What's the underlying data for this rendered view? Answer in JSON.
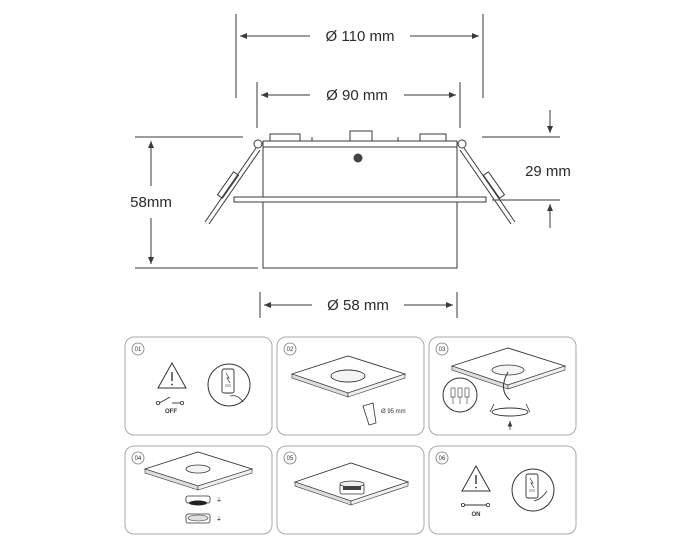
{
  "dimensions": {
    "outer_diameter": "Ø 110 mm",
    "inner_diameter": "Ø 90 mm",
    "height_total": "58mm",
    "height_top": "29 mm",
    "body_diameter": "Ø 58 mm"
  },
  "steps": [
    {
      "number": "01",
      "label": "OFF"
    },
    {
      "number": "02",
      "hole_label": "Ø 95 mm"
    },
    {
      "number": "03"
    },
    {
      "number": "04"
    },
    {
      "number": "05"
    },
    {
      "number": "06",
      "label": "ON"
    }
  ]
}
